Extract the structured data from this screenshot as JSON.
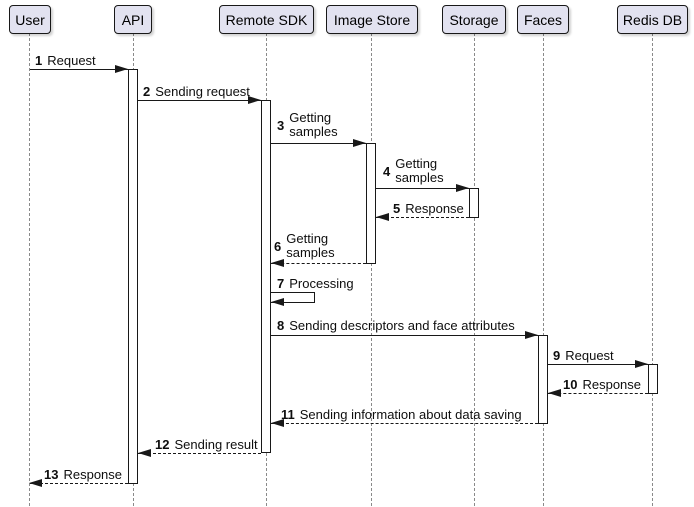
{
  "diagram": {
    "type": "sequence",
    "background": "#FFFFFF",
    "colors": {
      "participant_fill": "#E2E2F0",
      "participant_border": "#181818",
      "arrow": "#181818",
      "lifeline": "#8A8A8A",
      "activation_fill": "#FFFFFF"
    },
    "participants": [
      {
        "name": "User"
      },
      {
        "name": "API"
      },
      {
        "name": "Remote SDK"
      },
      {
        "name": "Image Store"
      },
      {
        "name": "Storage"
      },
      {
        "name": "Faces"
      },
      {
        "name": "Redis DB"
      }
    ],
    "messages": [
      {
        "num": "1",
        "text": "Request",
        "from": "User",
        "to": "API",
        "line": "solid"
      },
      {
        "num": "2",
        "text": "Sending request",
        "from": "API",
        "to": "Remote SDK",
        "line": "solid"
      },
      {
        "num": "3",
        "text": "Getting samples",
        "from": "Remote SDK",
        "to": "Image Store",
        "line": "solid"
      },
      {
        "num": "4",
        "text": "Getting samples",
        "from": "Image Store",
        "to": "Storage",
        "line": "solid"
      },
      {
        "num": "5",
        "text": "Response",
        "from": "Storage",
        "to": "Image Store",
        "line": "dashed"
      },
      {
        "num": "6",
        "text": "Getting samples",
        "from": "Image Store",
        "to": "Remote SDK",
        "line": "dashed"
      },
      {
        "num": "7",
        "text": "Processing",
        "from": "Remote SDK",
        "to": "Remote SDK",
        "line": "self"
      },
      {
        "num": "8",
        "text": "Sending descriptors and face attributes",
        "from": "Remote SDK",
        "to": "Faces",
        "line": "solid"
      },
      {
        "num": "9",
        "text": "Request",
        "from": "Faces",
        "to": "Redis DB",
        "line": "solid"
      },
      {
        "num": "10",
        "text": "Response",
        "from": "Redis DB",
        "to": "Faces",
        "line": "dashed"
      },
      {
        "num": "11",
        "text": "Sending information about data saving",
        "from": "Faces",
        "to": "Remote SDK",
        "line": "dashed"
      },
      {
        "num": "12",
        "text": "Sending result",
        "from": "Remote SDK",
        "to": "API",
        "line": "dashed"
      },
      {
        "num": "13",
        "text": "Response",
        "from": "API",
        "to": "User",
        "line": "dashed"
      }
    ]
  }
}
